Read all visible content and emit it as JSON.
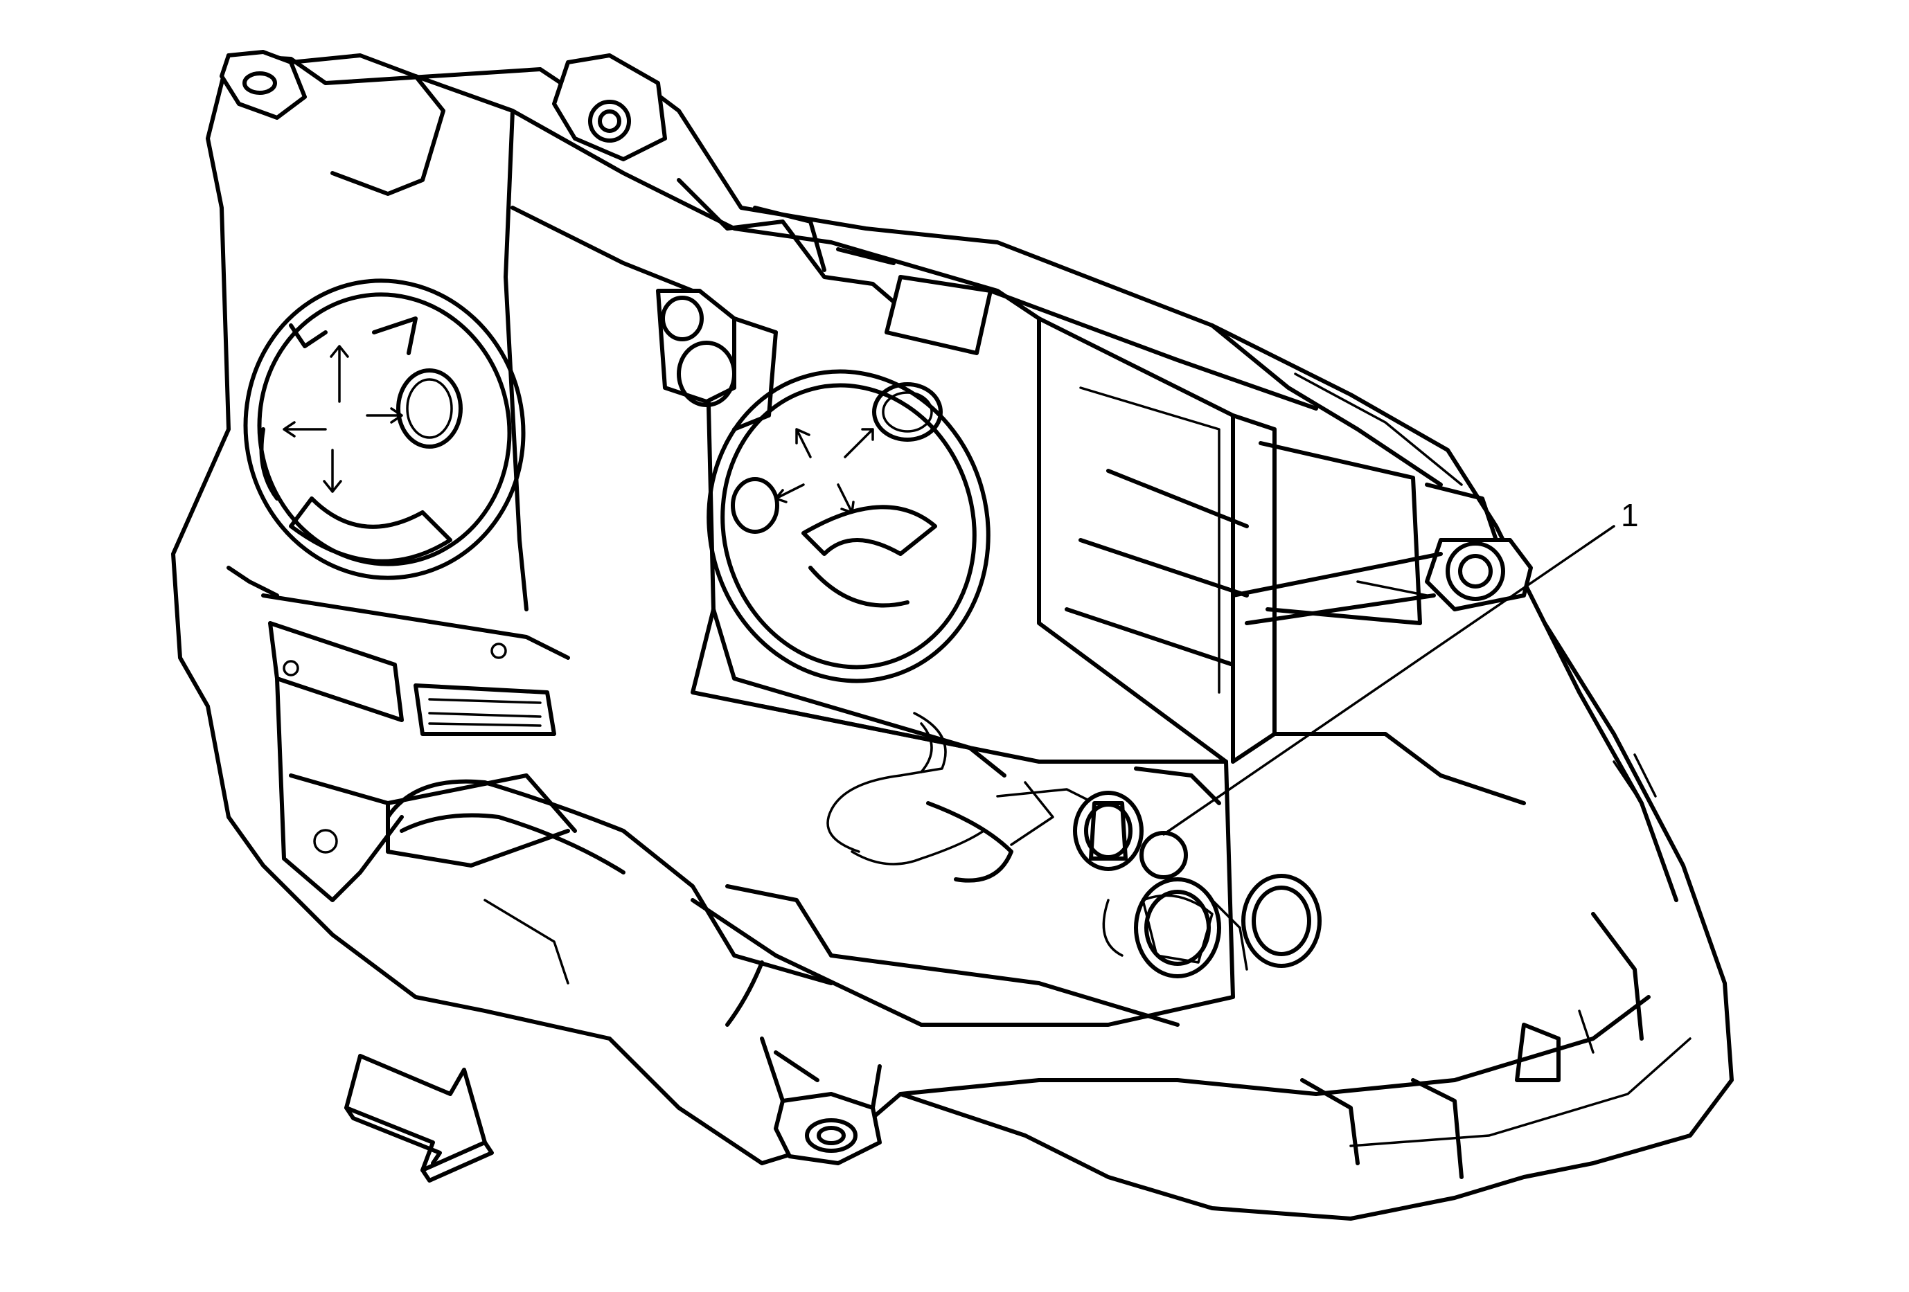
{
  "diagram": {
    "subject": "headlamp-assembly-rear-view",
    "callouts": [
      {
        "id": "callout-1",
        "label": "1"
      }
    ],
    "direction_indicator": "arrow-icon"
  }
}
